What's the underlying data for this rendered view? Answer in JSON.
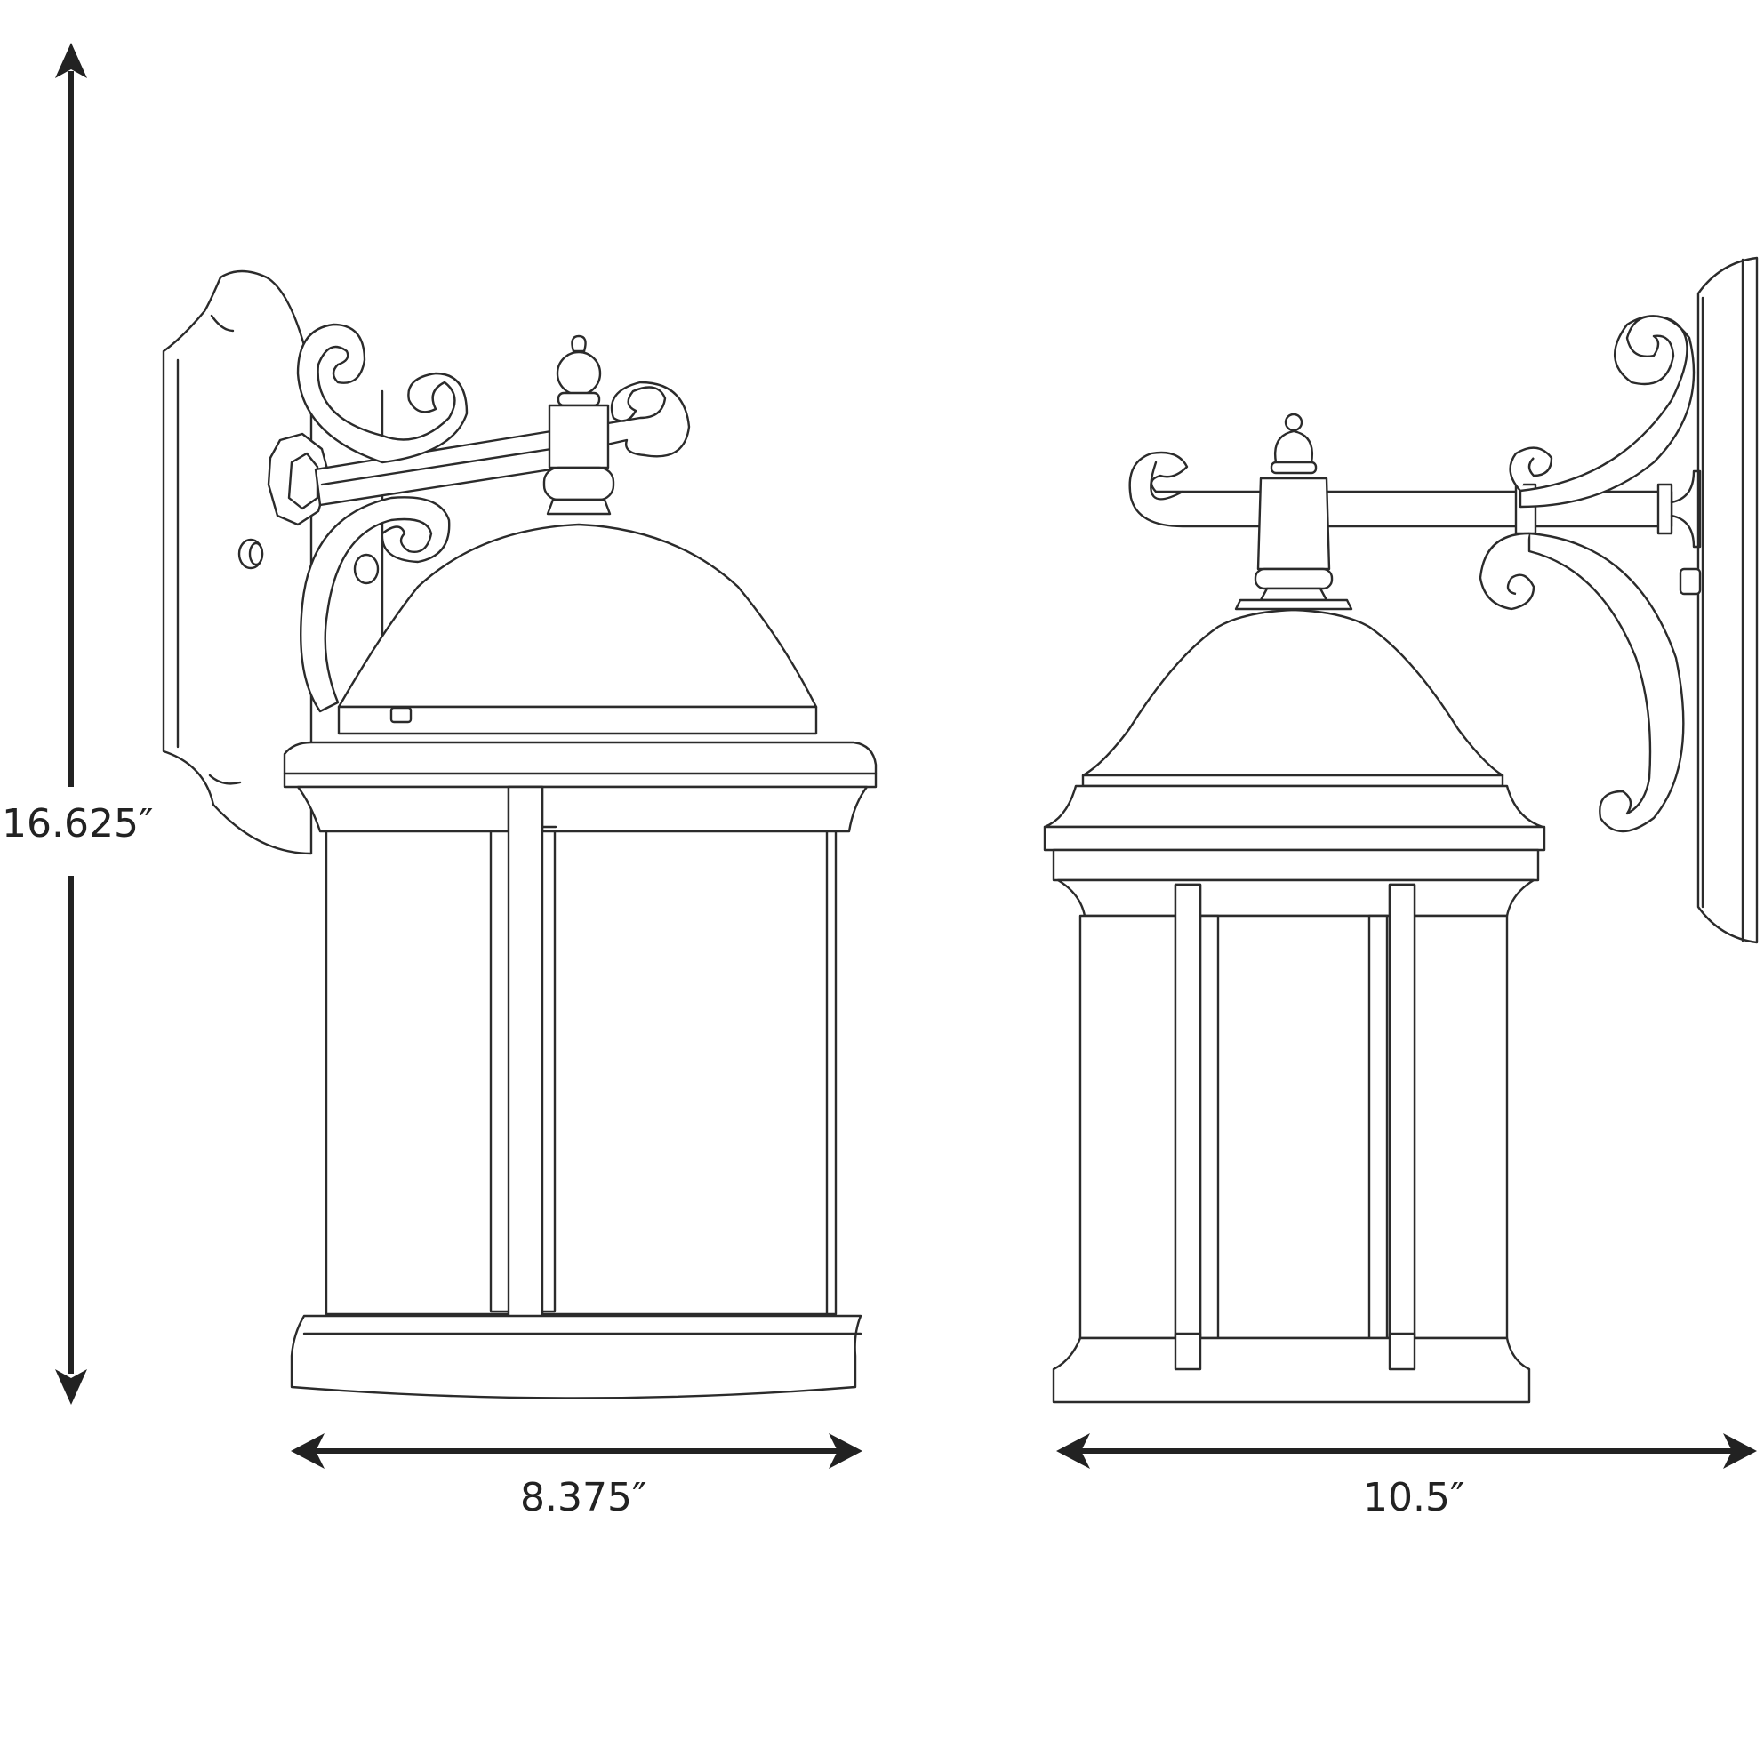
{
  "diagram": {
    "subject": "Outdoor wall lantern dimension drawing",
    "views": [
      {
        "name": "front-view",
        "description": "Lantern front view with scroll arm and backplate"
      },
      {
        "name": "side-view",
        "description": "Lantern side view with scroll arm and wall plate"
      }
    ],
    "dimensions": {
      "height": "16.625″",
      "front_width": "8.375″",
      "extension": "10.5″"
    },
    "colors": {
      "line": "#2b2b2b",
      "background": "#ffffff"
    }
  }
}
